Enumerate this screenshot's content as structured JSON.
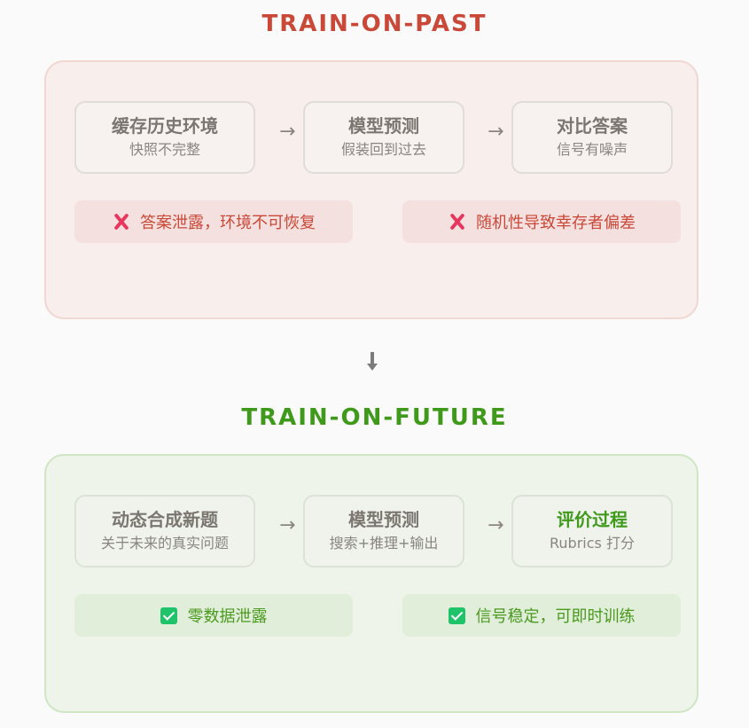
{
  "past": {
    "title": "TRAIN-ON-PAST",
    "steps": [
      {
        "title": "缓存历史环境",
        "subtitle": "快照不完整"
      },
      {
        "title": "模型预测",
        "subtitle": "假装回到过去"
      },
      {
        "title": "对比答案",
        "subtitle": "信号有噪声"
      }
    ],
    "arrows": [
      "→",
      "→"
    ],
    "problems": [
      {
        "icon": "x-icon",
        "text": "答案泄露，环境不可恢复"
      },
      {
        "icon": "x-icon",
        "text": "随机性导致幸存者偏差"
      }
    ],
    "colors": {
      "title": "#c94838",
      "panel_bg": "#f8eeec",
      "panel_border": "#f0d7d2",
      "x_mark": "#e8375f"
    }
  },
  "transition": {
    "icon": "down-arrow-icon"
  },
  "future": {
    "title": "TRAIN-ON-FUTURE",
    "steps": [
      {
        "title": "动态合成新题",
        "subtitle": "关于未来的真实问题"
      },
      {
        "title": "模型预测",
        "subtitle": "搜索+推理+输出"
      },
      {
        "title": "评价过程",
        "subtitle": "Rubrics 打分"
      }
    ],
    "arrows": [
      "→",
      "→"
    ],
    "benefits": [
      {
        "icon": "check-icon",
        "text": "零数据泄露"
      },
      {
        "icon": "check-icon",
        "text": "信号稳定，可即时训练"
      }
    ],
    "colors": {
      "title": "#3f9a1c",
      "panel_bg": "#eef4ea",
      "panel_border": "#cfe6c4",
      "check": "#1fc46a"
    }
  }
}
